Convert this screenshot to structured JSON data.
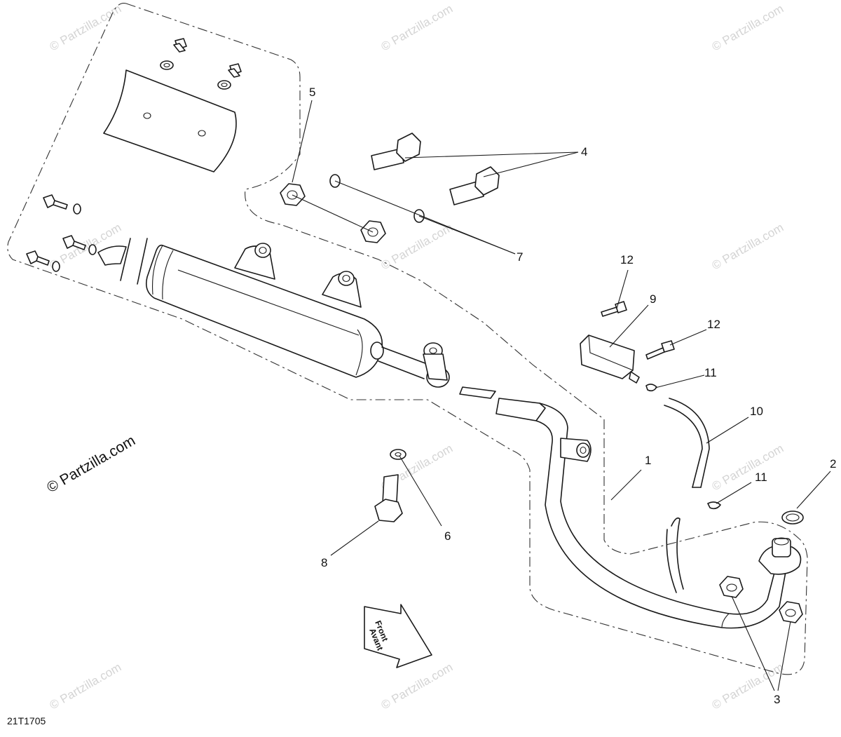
{
  "watermark": "© Partzilla.com",
  "credit": "© Partzilla.com",
  "diagram_code": "21T1705",
  "direction": {
    "line1": "Front",
    "line2": "Avant"
  },
  "callouts": [
    "1",
    "2",
    "3",
    "4",
    "5",
    "6",
    "7",
    "8",
    "9",
    "10",
    "11",
    "11",
    "12",
    "12"
  ]
}
